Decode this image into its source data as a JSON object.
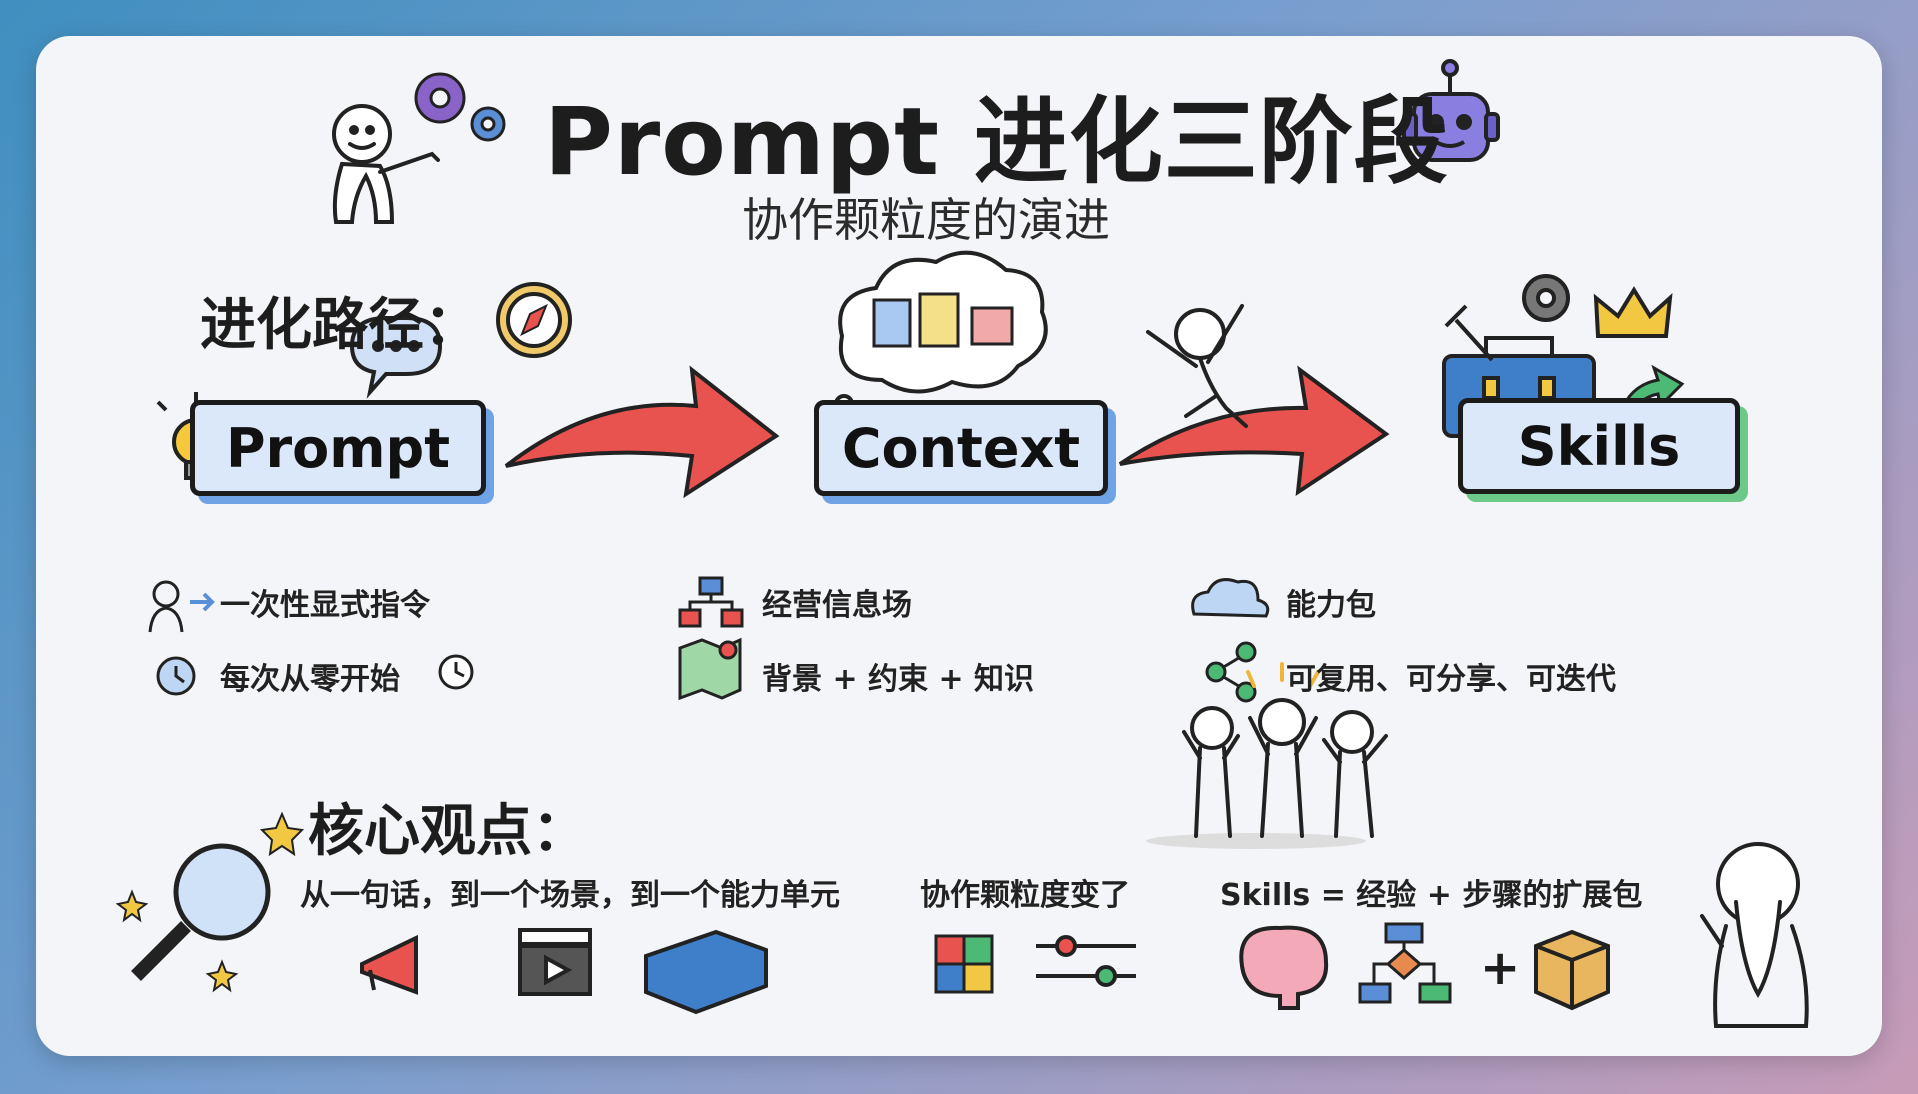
{
  "header": {
    "title": "Prompt 进化三阶段",
    "subtitle": "协作颗粒度的演进"
  },
  "path_heading": "进化路径：",
  "stages": [
    {
      "label": "Prompt",
      "items": [
        {
          "icon": "person-arrow-icon",
          "text": "一次性显式指令"
        },
        {
          "icon": "alarm-clock-icon",
          "text": "每次从零开始"
        }
      ]
    },
    {
      "label": "Context",
      "items": [
        {
          "icon": "hierarchy-icon",
          "text": "经营信息场"
        },
        {
          "icon": "map-pin-icon",
          "text": "背景 + 约束 + 知识"
        }
      ]
    },
    {
      "label": "Skills",
      "items": [
        {
          "icon": "cloud-icon",
          "text": "能力包"
        },
        {
          "icon": "share-icon",
          "text": "可复用、可分享、可迭代"
        }
      ]
    }
  ],
  "core_heading": "核心观点：",
  "core_points": [
    "从一句话，到一个场景，到一个能力单元",
    "协作颗粒度变了",
    "Skills = 经验 + 步骤的扩展包"
  ],
  "plus_symbol": "+",
  "colors": {
    "arrow": "#e8524f",
    "box_fill": "#dbe8fa",
    "box_shadow_blue": "#6ea3e6",
    "box_shadow_green": "#6cc98a",
    "accent_purple": "#8a63c9"
  }
}
